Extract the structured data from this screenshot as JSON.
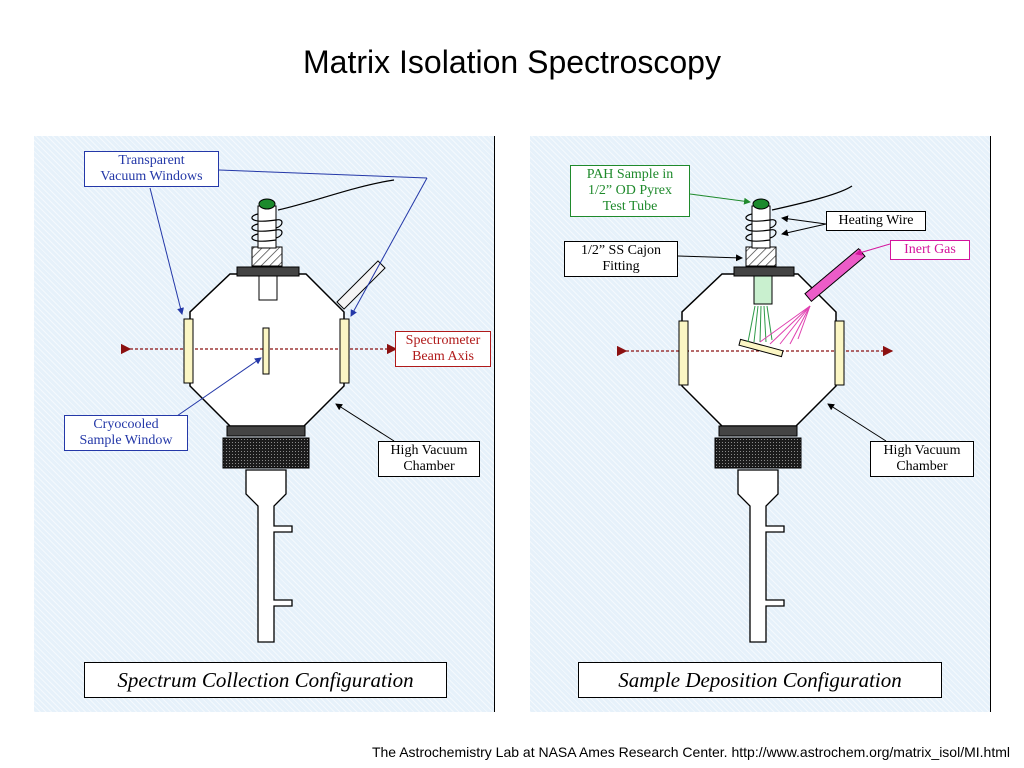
{
  "slide": {
    "title": "Matrix Isolation Spectroscopy",
    "footer": "The Astrochemistry Lab at NASA Ames Research Center. http://www.astrochem.org/matrix_isol/MI.html"
  },
  "left_panel": {
    "caption": "Spectrum Collection Configuration",
    "labels": {
      "windows": [
        "Transparent",
        "Vacuum Windows"
      ],
      "beam": [
        "Spectrometer",
        "Beam Axis"
      ],
      "sample_window": [
        "Cryocooled",
        "Sample Window"
      ],
      "chamber": [
        "High Vacuum",
        "Chamber"
      ]
    }
  },
  "right_panel": {
    "caption": "Sample Deposition Configuration",
    "labels": {
      "pah": [
        "PAH Sample in",
        "1/2” OD Pyrex",
        "Test Tube"
      ],
      "heating": "Heating Wire",
      "fitting": [
        "1/2” SS Cajon",
        "Fitting"
      ],
      "gas": "Inert Gas",
      "chamber": [
        "High Vacuum",
        "Chamber"
      ]
    }
  },
  "colors": {
    "panel_bg": "#e6f1fa",
    "label_blue": "#2438a8",
    "label_red": "#b01a1a",
    "label_green": "#1f8a2c",
    "label_magenta": "#d4149c",
    "window_fill": "#fbf6c4"
  }
}
